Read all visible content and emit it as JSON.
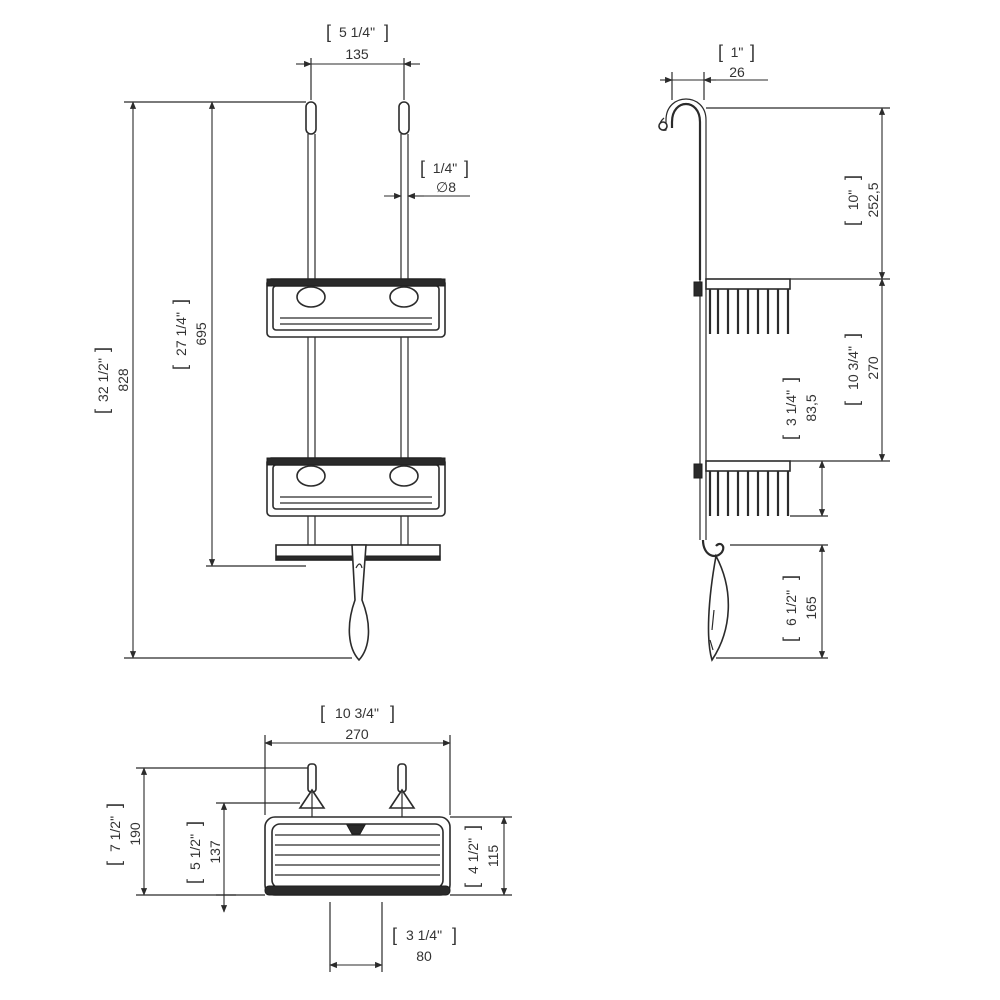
{
  "front_view": {
    "top_width": {
      "inch": "5 1/4\"",
      "mm": "135"
    },
    "rod_diameter": {
      "inch": "1/4\"",
      "mm": "∅8"
    },
    "overall_height": {
      "inch": "32 1/2\"",
      "mm": "828"
    },
    "basket_height": {
      "inch": "27 1/4\"",
      "mm": "695"
    }
  },
  "side_view": {
    "hook_depth": {
      "inch": "1\"",
      "mm": "26"
    },
    "top_to_basket": {
      "inch": "10\"",
      "mm": "252,5"
    },
    "basket_spacing": {
      "inch": "10 3/4\"",
      "mm": "270"
    },
    "basket_depth": {
      "inch": "3 1/4\"",
      "mm": "83,5"
    },
    "hook_length": {
      "inch": "6 1/2\"",
      "mm": "165"
    }
  },
  "top_view": {
    "width": {
      "inch": "10 3/4\"",
      "mm": "270"
    },
    "total_depth": {
      "inch": "7 1/2\"",
      "mm": "190"
    },
    "basket_depth": {
      "inch": "5 1/2\"",
      "mm": "137"
    },
    "inner_depth": {
      "inch": "4 1/2\"",
      "mm": "115"
    },
    "offset": {
      "inch": "3 1/4\"",
      "mm": "80"
    }
  },
  "colors": {
    "line": "#2b2b2b",
    "text": "#333333"
  }
}
